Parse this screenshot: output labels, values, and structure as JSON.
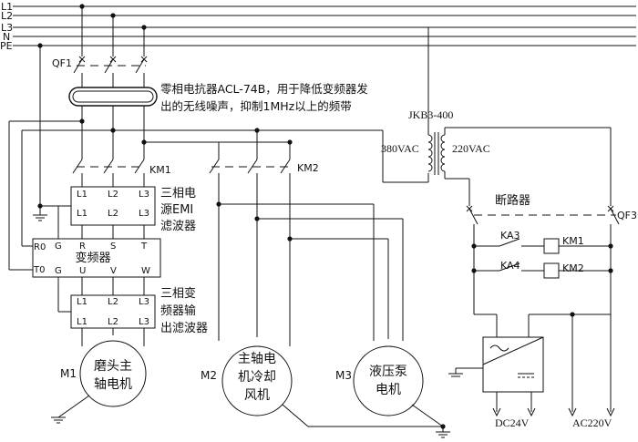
{
  "bus": {
    "l1": "L1",
    "l2": "L2",
    "l3": "L3",
    "n": "N",
    "pe": "PE"
  },
  "breakers": {
    "qf1": "QF1",
    "qf3": "QF3",
    "breaker_label": "断路器"
  },
  "reactor": {
    "line1": "零相电抗器ACL-74B，用于降低变频器发",
    "line2": "出的无线噪声，抑制1MHz以上的频带"
  },
  "transformer": {
    "name": "JKB3-400",
    "primary": "380VAC",
    "secondary": "220VAC"
  },
  "contactors": {
    "km1": "KM1",
    "km2": "KM2"
  },
  "emi_filter": {
    "in": [
      "L1",
      "L2",
      "L3"
    ],
    "out": [
      "L1",
      "L2",
      "L3"
    ],
    "label1": "三相电",
    "label2": "源EMI",
    "label3": "滤波器"
  },
  "inverter": {
    "title": "变频器",
    "top": [
      "R",
      "S",
      "T"
    ],
    "bottom": [
      "U",
      "V",
      "W"
    ],
    "g_top": "G",
    "g_bottom": "G",
    "r0": "R0",
    "t0": "T0"
  },
  "out_filter": {
    "in": [
      "L1",
      "L2",
      "L3"
    ],
    "out": [
      "L1",
      "L2",
      "L3"
    ],
    "label1": "三相变",
    "label2": "频器输",
    "label3": "出滤波器"
  },
  "motors": {
    "m1": {
      "tag": "M1",
      "line1": "磨头主",
      "line2": "轴电机"
    },
    "m2": {
      "tag": "M2",
      "line1": "主轴电",
      "line2": "机冷却",
      "line3": "风机"
    },
    "m3": {
      "tag": "M3",
      "line1": "液压泵",
      "line2": "电机"
    }
  },
  "relays": {
    "ka3": "KA3",
    "ka4": "KA4",
    "km1": "KM1",
    "km2": "KM2"
  },
  "psu": {
    "dc": "DC24V",
    "ac": "AC220V"
  }
}
